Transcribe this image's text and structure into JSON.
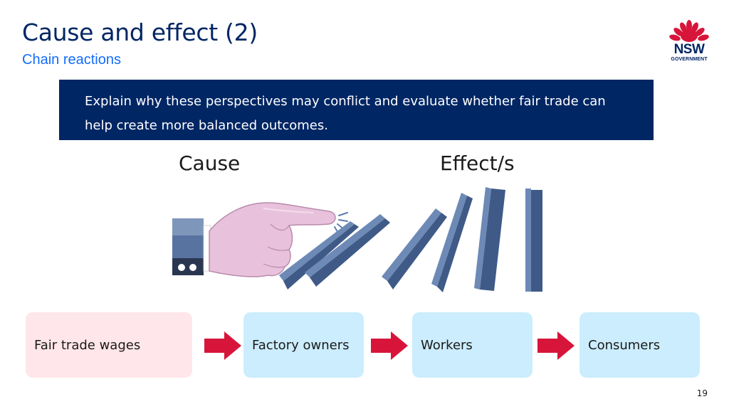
{
  "slide": {
    "title": "Cause and effect (2)",
    "subtitle": "Chain reactions",
    "page_number": "19"
  },
  "logo": {
    "line1": "NSW",
    "line2": "GOVERNMENT"
  },
  "banner": {
    "text": "Explain why these perspectives may conflict and evaluate whether fair trade can help create more balanced outcomes."
  },
  "illustration": {
    "cause_label": "Cause",
    "effect_label": "Effect/s"
  },
  "chain": [
    {
      "label": "Fair trade wages"
    },
    {
      "label": "Factory owners"
    },
    {
      "label": "Workers"
    },
    {
      "label": "Consumers"
    }
  ],
  "colors": {
    "navy": "#002664",
    "accent_blue": "#146cfd",
    "arrow_red": "#d7153a",
    "box_pink": "#ffe6ea",
    "box_blue": "#cbedfd",
    "domino": "#5875a0"
  }
}
